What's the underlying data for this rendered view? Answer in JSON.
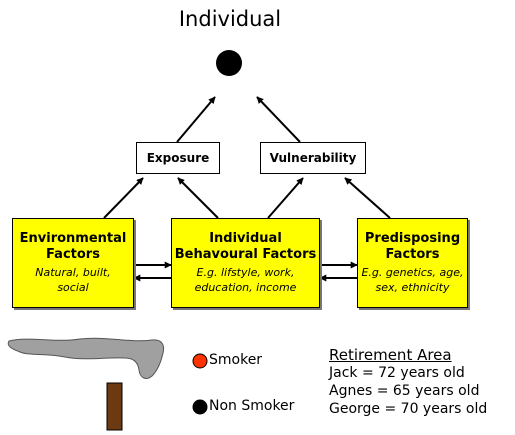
{
  "title": "Individual",
  "nodes": {
    "exposure": "Exposure",
    "vulnerability": "Vulnerability",
    "environmental": {
      "heading": [
        "Environmental",
        "Factors"
      ],
      "detail": [
        "Natural, built,",
        "social"
      ]
    },
    "behavioural": {
      "heading": [
        "Individual",
        "Behavoural Factors"
      ],
      "detail": [
        "E.g. lifstyle, work,",
        "education, income"
      ]
    },
    "predisposing": {
      "heading": [
        "Predisposing",
        "Factors"
      ],
      "detail": [
        "E.g. genetics, age,",
        "sex, ethnicity"
      ]
    }
  },
  "legend": {
    "smoker": {
      "label": "Smoker",
      "color": "#ff3300"
    },
    "non_smoker": {
      "label": "Non Smoker",
      "color": "#000000"
    }
  },
  "retirement_area": {
    "title": "Retirement Area",
    "people": [
      "Jack = 72 years old",
      "Agnes = 65 years old",
      "George = 70 years old"
    ]
  },
  "colors": {
    "box_yellow": "#ffff00",
    "chimney": "#6b3a12",
    "smoke": "#a0a0a0"
  }
}
